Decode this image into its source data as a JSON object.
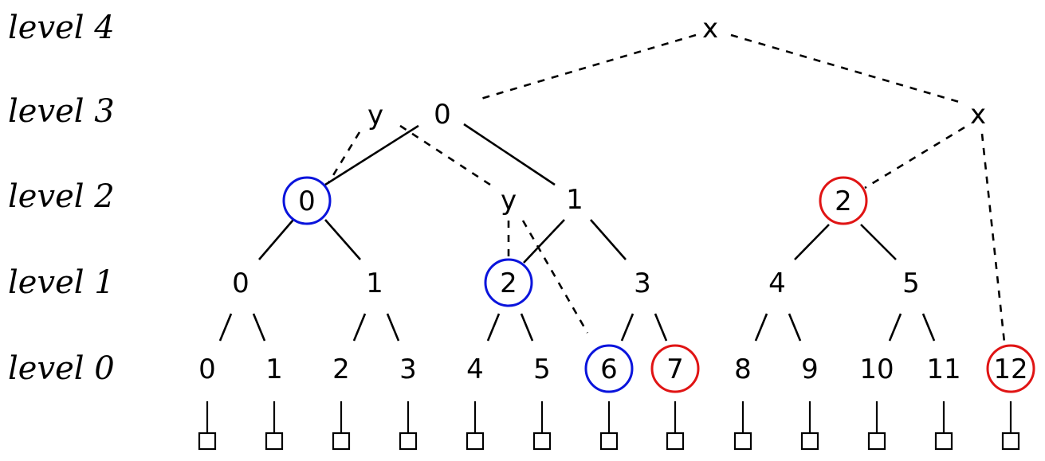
{
  "levels": [
    {
      "id": "level-4",
      "label": "level 4"
    },
    {
      "id": "level-3",
      "label": "level 3"
    },
    {
      "id": "level-2",
      "label": "level 2"
    },
    {
      "id": "level-1",
      "label": "level 1"
    },
    {
      "id": "level-0",
      "label": "level 0"
    }
  ],
  "nodes": {
    "l4_x": "x",
    "l3_y": "y",
    "l3_0": "0",
    "l3_x": "x",
    "l2_0": "0",
    "l2_y": "y",
    "l2_1": "1",
    "l2_2": "2",
    "l1_0": "0",
    "l1_1": "1",
    "l1_2": "2",
    "l1_3": "3",
    "l1_4": "4",
    "l1_5": "5",
    "l0": [
      "0",
      "1",
      "2",
      "3",
      "4",
      "5",
      "6",
      "7",
      "8",
      "9",
      "10",
      "11",
      "12"
    ]
  },
  "highlight_colors": {
    "blue": "#0a14dc",
    "red": "#e01414"
  },
  "highlighted": {
    "blue": [
      "level-2 node 0",
      "level-1 node 2",
      "level-0 node 6"
    ],
    "red": [
      "level-2 node 2",
      "level-0 node 7",
      "level-0 node 12"
    ]
  },
  "leaf_count": 13
}
